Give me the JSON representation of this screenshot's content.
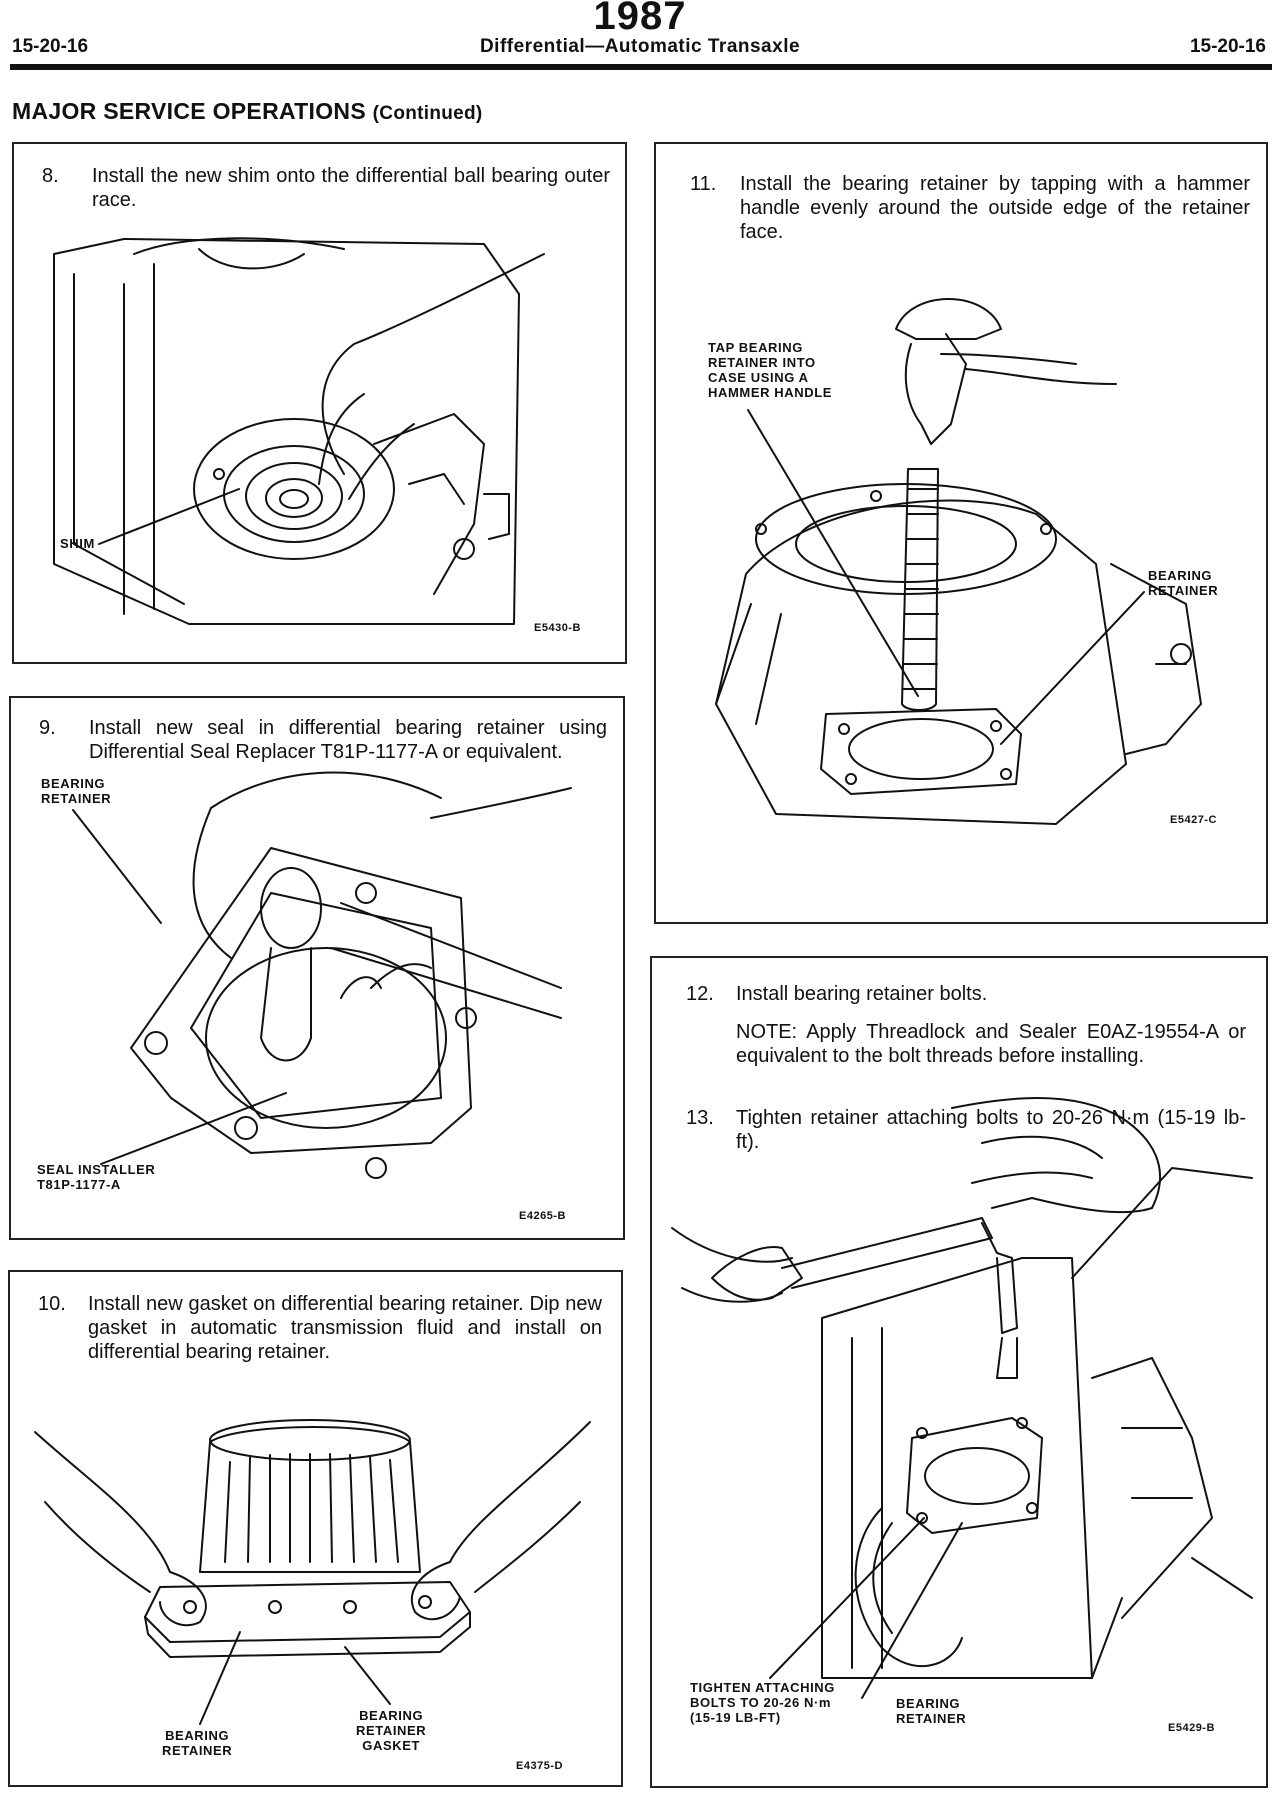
{
  "header": {
    "year": "1987",
    "page_left": "15-20-16",
    "title": "Differential—Automatic Transaxle",
    "page_right": "15-20-16"
  },
  "section": {
    "title": "MAJOR SERVICE OPERATIONS",
    "continued": "(Continued)"
  },
  "steps": {
    "s8": {
      "num": "8.",
      "text": "Install the new shim onto the differential ball bearing outer race."
    },
    "s9": {
      "num": "9.",
      "text": "Install new seal in differential bearing retainer using Differential Seal Replacer T81P-1177-A or equivalent."
    },
    "s10": {
      "num": "10.",
      "text": "Install new gasket on differential bearing retainer. Dip new gasket in automatic transmission fluid and install on differential bearing retainer."
    },
    "s11": {
      "num": "11.",
      "text": "Install the bearing retainer by tapping with a hammer handle evenly around the outside edge of the retainer face."
    },
    "s12": {
      "num": "12.",
      "text": "Install bearing retainer bolts."
    },
    "s12_note": "NOTE: Apply Threadlock and Sealer E0AZ-19554-A or equivalent to the bolt threads before installing.",
    "s13": {
      "num": "13.",
      "text": "Tighten retainer attaching bolts to 20-26 N·m (15-19 lb-ft)."
    }
  },
  "figures": {
    "f8": {
      "label_shim": "SHIM",
      "code": "E5430-B"
    },
    "f9": {
      "label_retainer_1": "BEARING",
      "label_retainer_2": "RETAINER",
      "label_installer_1": "SEAL INSTALLER",
      "label_installer_2": "T81P-1177-A",
      "code": "E4265-B"
    },
    "f10": {
      "label_retainer_1": "BEARING",
      "label_retainer_2": "RETAINER",
      "label_gasket_1": "BEARING",
      "label_gasket_2": "RETAINER",
      "label_gasket_3": "GASKET",
      "code": "E4375-D"
    },
    "f11": {
      "label_tap_1": "TAP BEARING",
      "label_tap_2": "RETAINER INTO",
      "label_tap_3": "CASE USING A",
      "label_tap_4": "HAMMER HANDLE",
      "label_retainer_1": "BEARING",
      "label_retainer_2": "RETAINER",
      "code": "E5427-C"
    },
    "f13": {
      "label_tighten_1": "TIGHTEN ATTACHING",
      "label_tighten_2": "BOLTS TO 20-26 N·m",
      "label_tighten_3": "(15-19 LB-FT)",
      "label_retainer_1": "BEARING",
      "label_retainer_2": "RETAINER",
      "code": "E5429-B"
    }
  }
}
